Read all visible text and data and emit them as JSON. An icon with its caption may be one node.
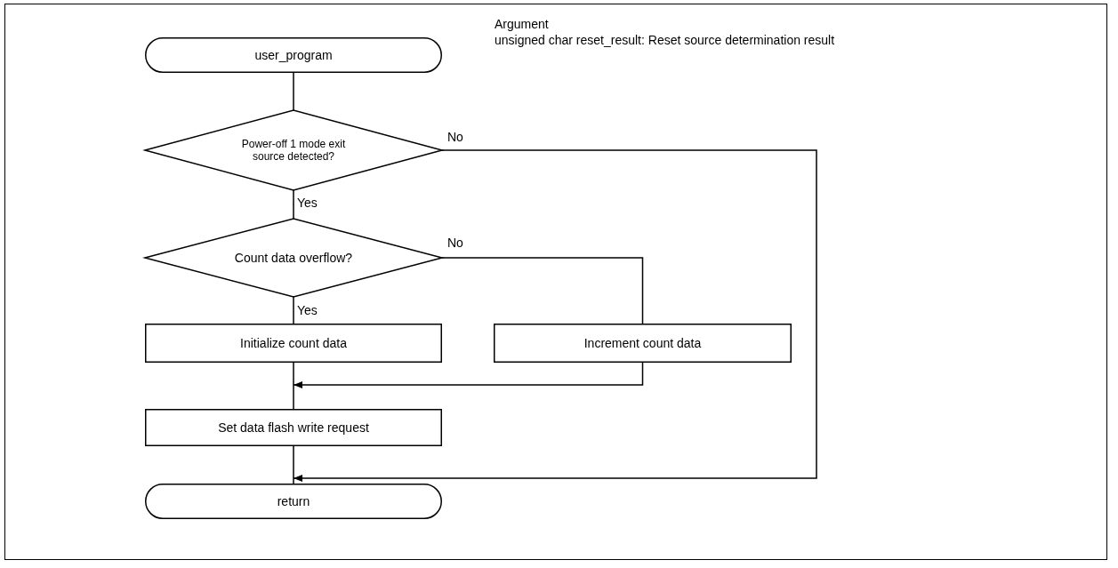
{
  "diagram": {
    "nodes": [
      {
        "text": [
          "user_program"
        ]
      },
      {
        "text": [
          "Power-off 1 mode exit source detected?"
        ]
      },
      {
        "text": [
          "Count data overflow?"
        ]
      },
      {
        "text": [
          "Initialize count data"
        ]
      },
      {
        "text": [
          "Increment count data"
        ]
      },
      {
        "text": [
          "Set data flash write request"
        ]
      },
      {
        "text": [
          "return"
        ]
      }
    ],
    "edges": [
      {
        "from": 0,
        "to": 1,
        "arrow": "none"
      },
      {
        "from": 1,
        "to": 2,
        "arrow": "none",
        "label": "Yes"
      },
      {
        "from": 1,
        "to": 6,
        "arrow": "to",
        "label": "No"
      },
      {
        "from": 2,
        "to": 3,
        "arrow": "none",
        "label": "Yes"
      },
      {
        "from": 2,
        "to": 4,
        "arrow": "none",
        "label": "No"
      },
      {
        "from": 3,
        "to": 5,
        "arrow": "none"
      },
      {
        "from": 4,
        "to": 5,
        "arrow": "to"
      },
      {
        "from": 5,
        "to": 6,
        "arrow": "none"
      }
    ],
    "labels": [
      "Argument",
      "unsigned char reset_result: Reset source determination result"
    ]
  }
}
